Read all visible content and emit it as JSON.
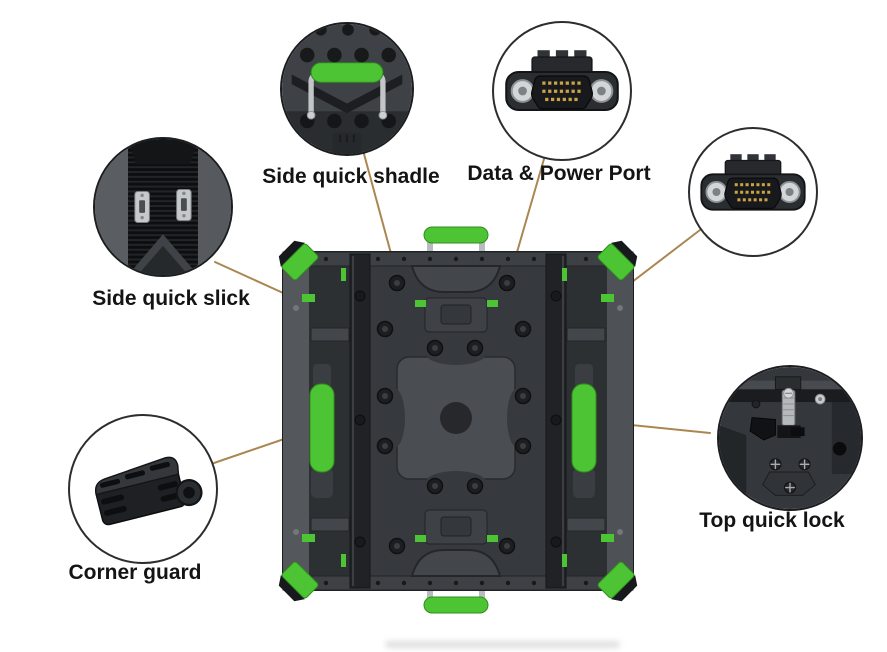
{
  "diagram": {
    "background": "#ffffff",
    "accent_green": "#4cc433",
    "leader_line_color": "#aa8750",
    "label_text_color": "#141414",
    "labels": {
      "side_quick_shadle": "Side quick shadle",
      "data_power_port": "Data & Power Port",
      "side_quick_slick": "Side quick slick",
      "corner_guard": "Corner guard",
      "top_quick_lock": "Top quick lock"
    },
    "callouts": [
      {
        "id": "side-quick-shadle",
        "icon": "handle-with-green-grip-closeup-icon"
      },
      {
        "id": "data-power-port",
        "icon": "dsub-connector-closeup-icon"
      },
      {
        "id": "data-power-port-2",
        "icon": "dsub-connector-closeup-icon"
      },
      {
        "id": "side-quick-slick",
        "icon": "side-lock-plates-closeup-icon"
      },
      {
        "id": "corner-guard",
        "icon": "corner-guard-part-closeup-icon"
      },
      {
        "id": "top-quick-lock",
        "icon": "top-lock-pin-closeup-icon"
      }
    ]
  }
}
